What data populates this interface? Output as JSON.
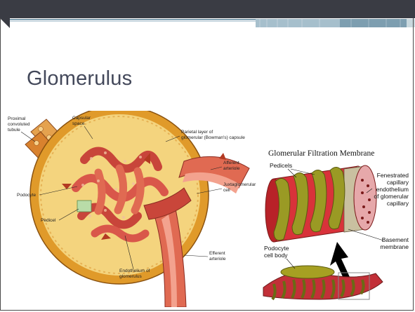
{
  "slide": {
    "title": "Glomerulus"
  },
  "left_diagram": {
    "labels": {
      "proximal_tubule": [
        "Proximal",
        "convoluted",
        "tubule"
      ],
      "capsular_space": [
        "Capsular",
        "space"
      ],
      "parietal_layer": [
        "Parietal layer of",
        "glomerular (Bowman's) capsule"
      ],
      "afferent_arteriole": [
        "Afferent",
        "arteriole"
      ],
      "juxtaglomerular_cell": [
        "Juxtaglomerular",
        "cell"
      ],
      "podocyte": "Podocyte",
      "pedicel": "Pedicel",
      "endothelium": [
        "Endothelium of",
        "glomerulus"
      ],
      "efferent_arteriole": [
        "Efferent",
        "arteriole"
      ]
    }
  },
  "right_diagram": {
    "title": "Glomerular Filtration Membrane",
    "labels": {
      "pedicels": "Pedicels",
      "fenestrated": [
        "Fenestrated",
        "capillary",
        "endothelium",
        "of glomerular",
        "capillary"
      ],
      "basement_membrane": [
        "Basement",
        "membrane"
      ],
      "podocyte_cell_body": [
        "Podocyte",
        "cell body"
      ]
    }
  },
  "colors": {
    "topbar": "#3a3c44",
    "title_text": "#43485a",
    "capsule_outer": "#e09a2a",
    "capsule_inner": "#f4d47e",
    "vessel_red": "#d9574a",
    "vessel_dark": "#a83a30",
    "podocyte_olive": "#9a9a24",
    "capillary_red": "#d8323a"
  }
}
